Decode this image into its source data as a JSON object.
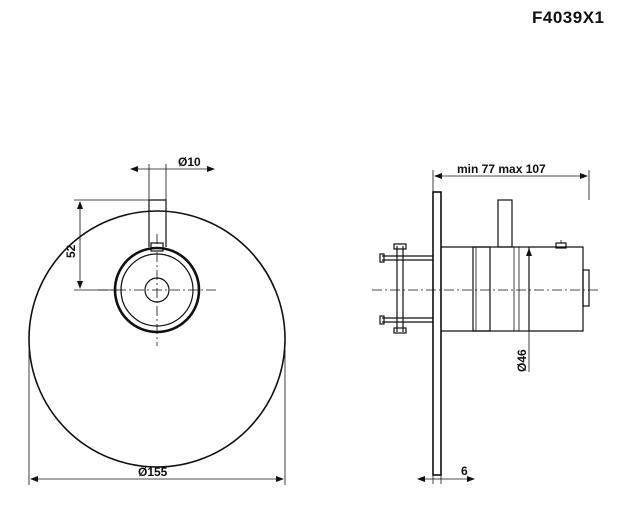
{
  "product_code": "F4039X1",
  "front_view": {
    "dim_handle_diameter": "Ø10",
    "dim_handle_height": "52",
    "dim_plate_diameter": "Ø155"
  },
  "side_view": {
    "dim_depth": "min 77 max 107",
    "dim_body_diameter": "Ø46",
    "dim_plate_thickness": "6"
  }
}
